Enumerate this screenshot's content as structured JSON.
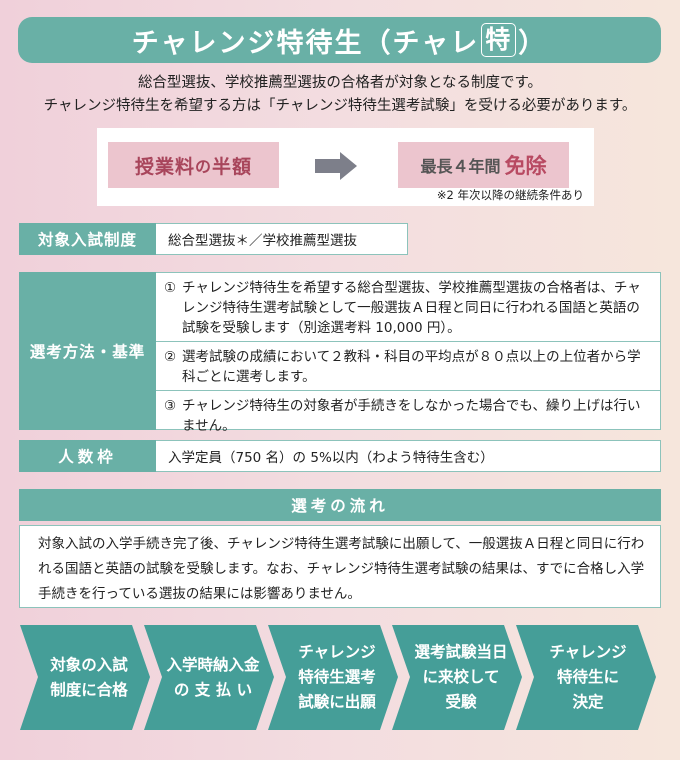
{
  "title": {
    "main": "チャレンジ特待生（チャレ",
    "boxed": "特",
    "close": "）"
  },
  "intro": {
    "line1": "総合型選抜、学校推薦型選抜の合格者が対象となる制度です。",
    "line2": "チャレンジ特待生を希望する方は「チャレンジ特待生選考試験」を受ける必要があります。"
  },
  "benefit": {
    "left_part1": "授業料",
    "left_part2": "の",
    "left_part3": "半額",
    "arrow_icon": "right-arrow",
    "right_part1": "最長４年間",
    "right_accent": "免除",
    "note": "※2 年次以降の継続条件あり"
  },
  "eligibility": {
    "label": "対象入試制度",
    "value": "総合型選抜＊／学校推薦型選抜"
  },
  "criteria": {
    "label": "選考方法・基準",
    "items": [
      {
        "num": "①",
        "text": "チャレンジ特待生を希望する総合型選抜、学校推薦型選抜の合格者は、チャレンジ特待生選考試験として一般選抜Ａ日程と同日に行われる国語と英語の試験を受験します（別途選考料 10,000 円）。"
      },
      {
        "num": "②",
        "text": "選考試験の成績において２教科・科目の平均点が８０点以上の上位者から学科ごとに選考します。"
      },
      {
        "num": "③",
        "text": "チャレンジ特待生の対象者が手続きをしなかった場合でも、繰り上げは行いません。"
      }
    ]
  },
  "quota": {
    "label": "人数枠",
    "value": "入学定員（750 名）の 5%以内（わよう特待生含む）"
  },
  "flow": {
    "header": "選考の流れ",
    "description": "対象入試の入学手続き完了後、チャレンジ特待生選考試験に出願して、一般選抜Ａ日程と同日に行われる国語と英語の試験を受験します。なお、チャレンジ特待生選考試験の結果は、すでに合格し入学手続きを行っている選抜の結果には影響ありません。",
    "steps": [
      {
        "text": "対象の入試\n制度に合格"
      },
      {
        "text": "入学時納入金\nの 支 払 い"
      },
      {
        "text": "チャレンジ\n特待生選考\n試験に出願"
      },
      {
        "text": "選考試験当日\nに来校して\n受験"
      },
      {
        "text": "チャレンジ\n特待生に\n決定"
      }
    ]
  },
  "colors": {
    "teal": "#69b0a6",
    "teal_dark": "#459e98",
    "pink_box": "#ecc5ce",
    "pink_text": "#a8455b",
    "arrow_gray": "#7d7f8a"
  }
}
